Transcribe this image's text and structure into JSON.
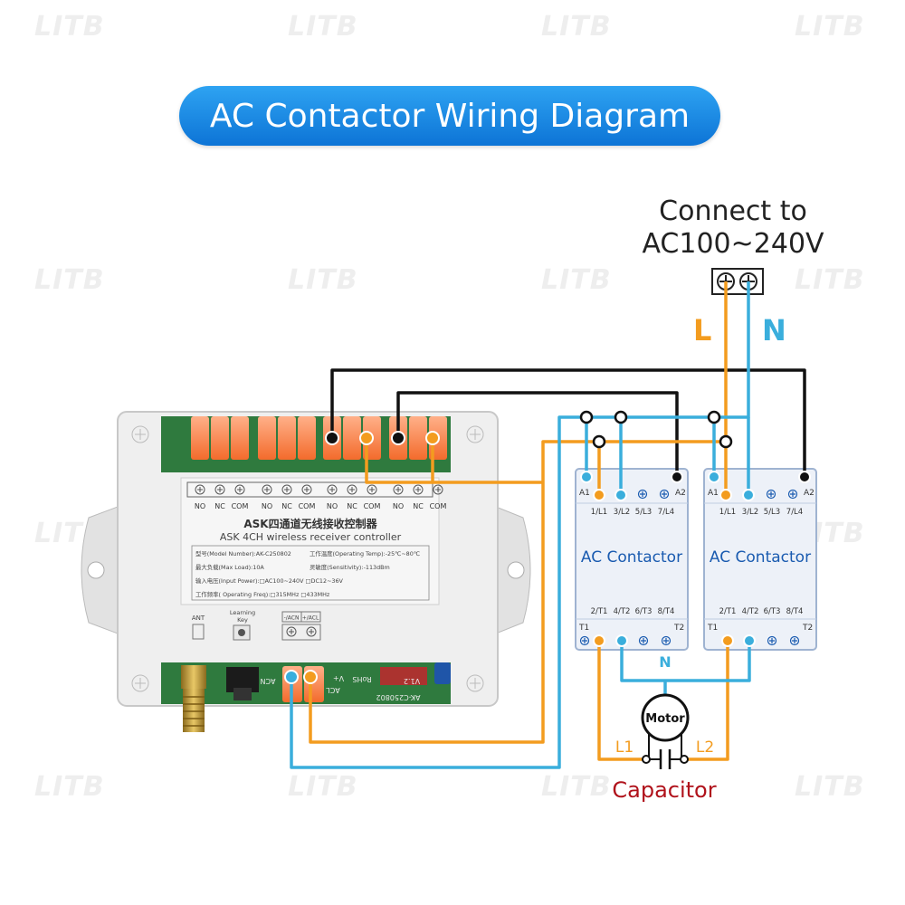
{
  "title": "AC Contactor Wiring Diagram",
  "watermark": "LITB",
  "power": {
    "supply_line1": "Connect to",
    "supply_line2": "AC100~240V",
    "live_label": "L",
    "neutral_label": "N"
  },
  "controller": {
    "relay_terminals": [
      "NO",
      "NC",
      "COM",
      "NO",
      "NC",
      "COM",
      "NO",
      "NC",
      "COM",
      "NO",
      "NC",
      "COM"
    ],
    "name_cn": "ASK四通道无线接收控制器",
    "name_en": "ASK 4CH wireless receiver controller",
    "spec_model": "型号(Model Number):AK-C250802",
    "spec_temp": "工作温度(Operating Temp):-25℃~80℃",
    "spec_load": "最大负载(Max Load):10A",
    "spec_sens": "灵敏度(Sensitivity):-113dBm",
    "spec_power": "输入电压(Input Power):□AC100~240V □DC12~36V",
    "spec_freq": "工作频率( Operating Freq):□315MHz □433MHz",
    "ant_label": "ANT",
    "learn_label_1": "Learning",
    "learn_label_2": "Key",
    "power_terminal_labels": [
      "-/ACN",
      "+/ACL"
    ],
    "pcb_text": [
      "AK-C250802",
      "V1.2",
      "RoHS",
      "ACL",
      "ACN",
      "V+"
    ]
  },
  "contactors": [
    {
      "name": "AC Contactor",
      "coil_left": "A1",
      "coil_right": "A2",
      "top_terminals": [
        "1/L1",
        "3/L2",
        "5/L3",
        "7/L4"
      ],
      "bottom_terminals": [
        "2/T1",
        "4/T2",
        "6/T3",
        "8/T4"
      ],
      "bottom_left": "T1",
      "bottom_right": "T2"
    },
    {
      "name": "AC Contactor",
      "coil_left": "A1",
      "coil_right": "A2",
      "top_terminals": [
        "1/L1",
        "3/L2",
        "5/L3",
        "7/L4"
      ],
      "bottom_terminals": [
        "2/T1",
        "4/T2",
        "6/T3",
        "8/T4"
      ],
      "bottom_left": "T1",
      "bottom_right": "T2"
    }
  ],
  "motor": {
    "label": "Motor",
    "neutral": "N",
    "lead1": "L1",
    "lead2": "L2",
    "capacitor": "Capacitor"
  },
  "colors": {
    "title_pill": "#1a8ce6",
    "live_wire": "#f39c1f",
    "neutral_wire": "#3aaedc",
    "control_wire": "#111111",
    "capacitor_label": "#b0121b",
    "contactor_body": "#edf1f8",
    "controller_body": "#eeeeee"
  }
}
